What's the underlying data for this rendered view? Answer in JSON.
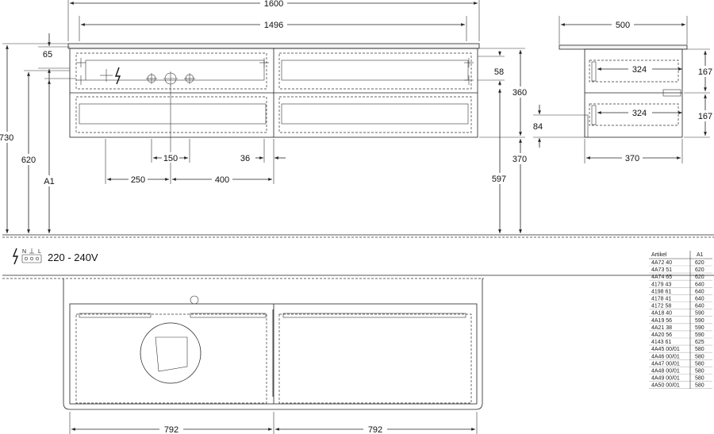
{
  "dimensions": {
    "front_width_total": "1600",
    "front_width_inner": "1496",
    "side_depth": "500",
    "top_offset": "65",
    "height_730": "730",
    "height_620": "620",
    "a1": "A1",
    "inset_58": "58",
    "body_height": "360",
    "gap_84": "84",
    "leg_370": "370",
    "floor_597": "597",
    "spacing_150": "150",
    "offset_36": "36",
    "offset_250": "250",
    "offset_400": "400",
    "drawer_324_top": "324",
    "drawer_324_bottom": "324",
    "drawer_167_top": "167",
    "drawer_167_bottom": "167",
    "side_370": "370",
    "plan_792_left": "792",
    "plan_792_right": "792"
  },
  "power": {
    "label": "220 - 240V",
    "plug_n": "N",
    "plug_l": "L"
  },
  "table": {
    "header_article": "Artikel",
    "header_a1": "A1",
    "rows": [
      {
        "article": "4A72 40",
        "a1": "620"
      },
      {
        "article": "4A73 51",
        "a1": "620"
      },
      {
        "article": "4A74 65",
        "a1": "620"
      },
      {
        "article": "4179 43",
        "a1": "640"
      },
      {
        "article": "4198 61",
        "a1": "640"
      },
      {
        "article": "4178 41",
        "a1": "640"
      },
      {
        "article": "4172 58",
        "a1": "640"
      },
      {
        "article": "4A18 40",
        "a1": "590"
      },
      {
        "article": "4A19 56",
        "a1": "590"
      },
      {
        "article": "4A21 38",
        "a1": "590"
      },
      {
        "article": "4A20 56",
        "a1": "590"
      },
      {
        "article": "4143 61",
        "a1": "625"
      },
      {
        "article": "4A45 00/01",
        "a1": "580"
      },
      {
        "article": "4A46 00/01",
        "a1": "580"
      },
      {
        "article": "4A47 00/01",
        "a1": "580"
      },
      {
        "article": "4A48 00/01",
        "a1": "580"
      },
      {
        "article": "4A49 00/01",
        "a1": "580"
      },
      {
        "article": "4A50 00/01",
        "a1": "580"
      }
    ]
  }
}
